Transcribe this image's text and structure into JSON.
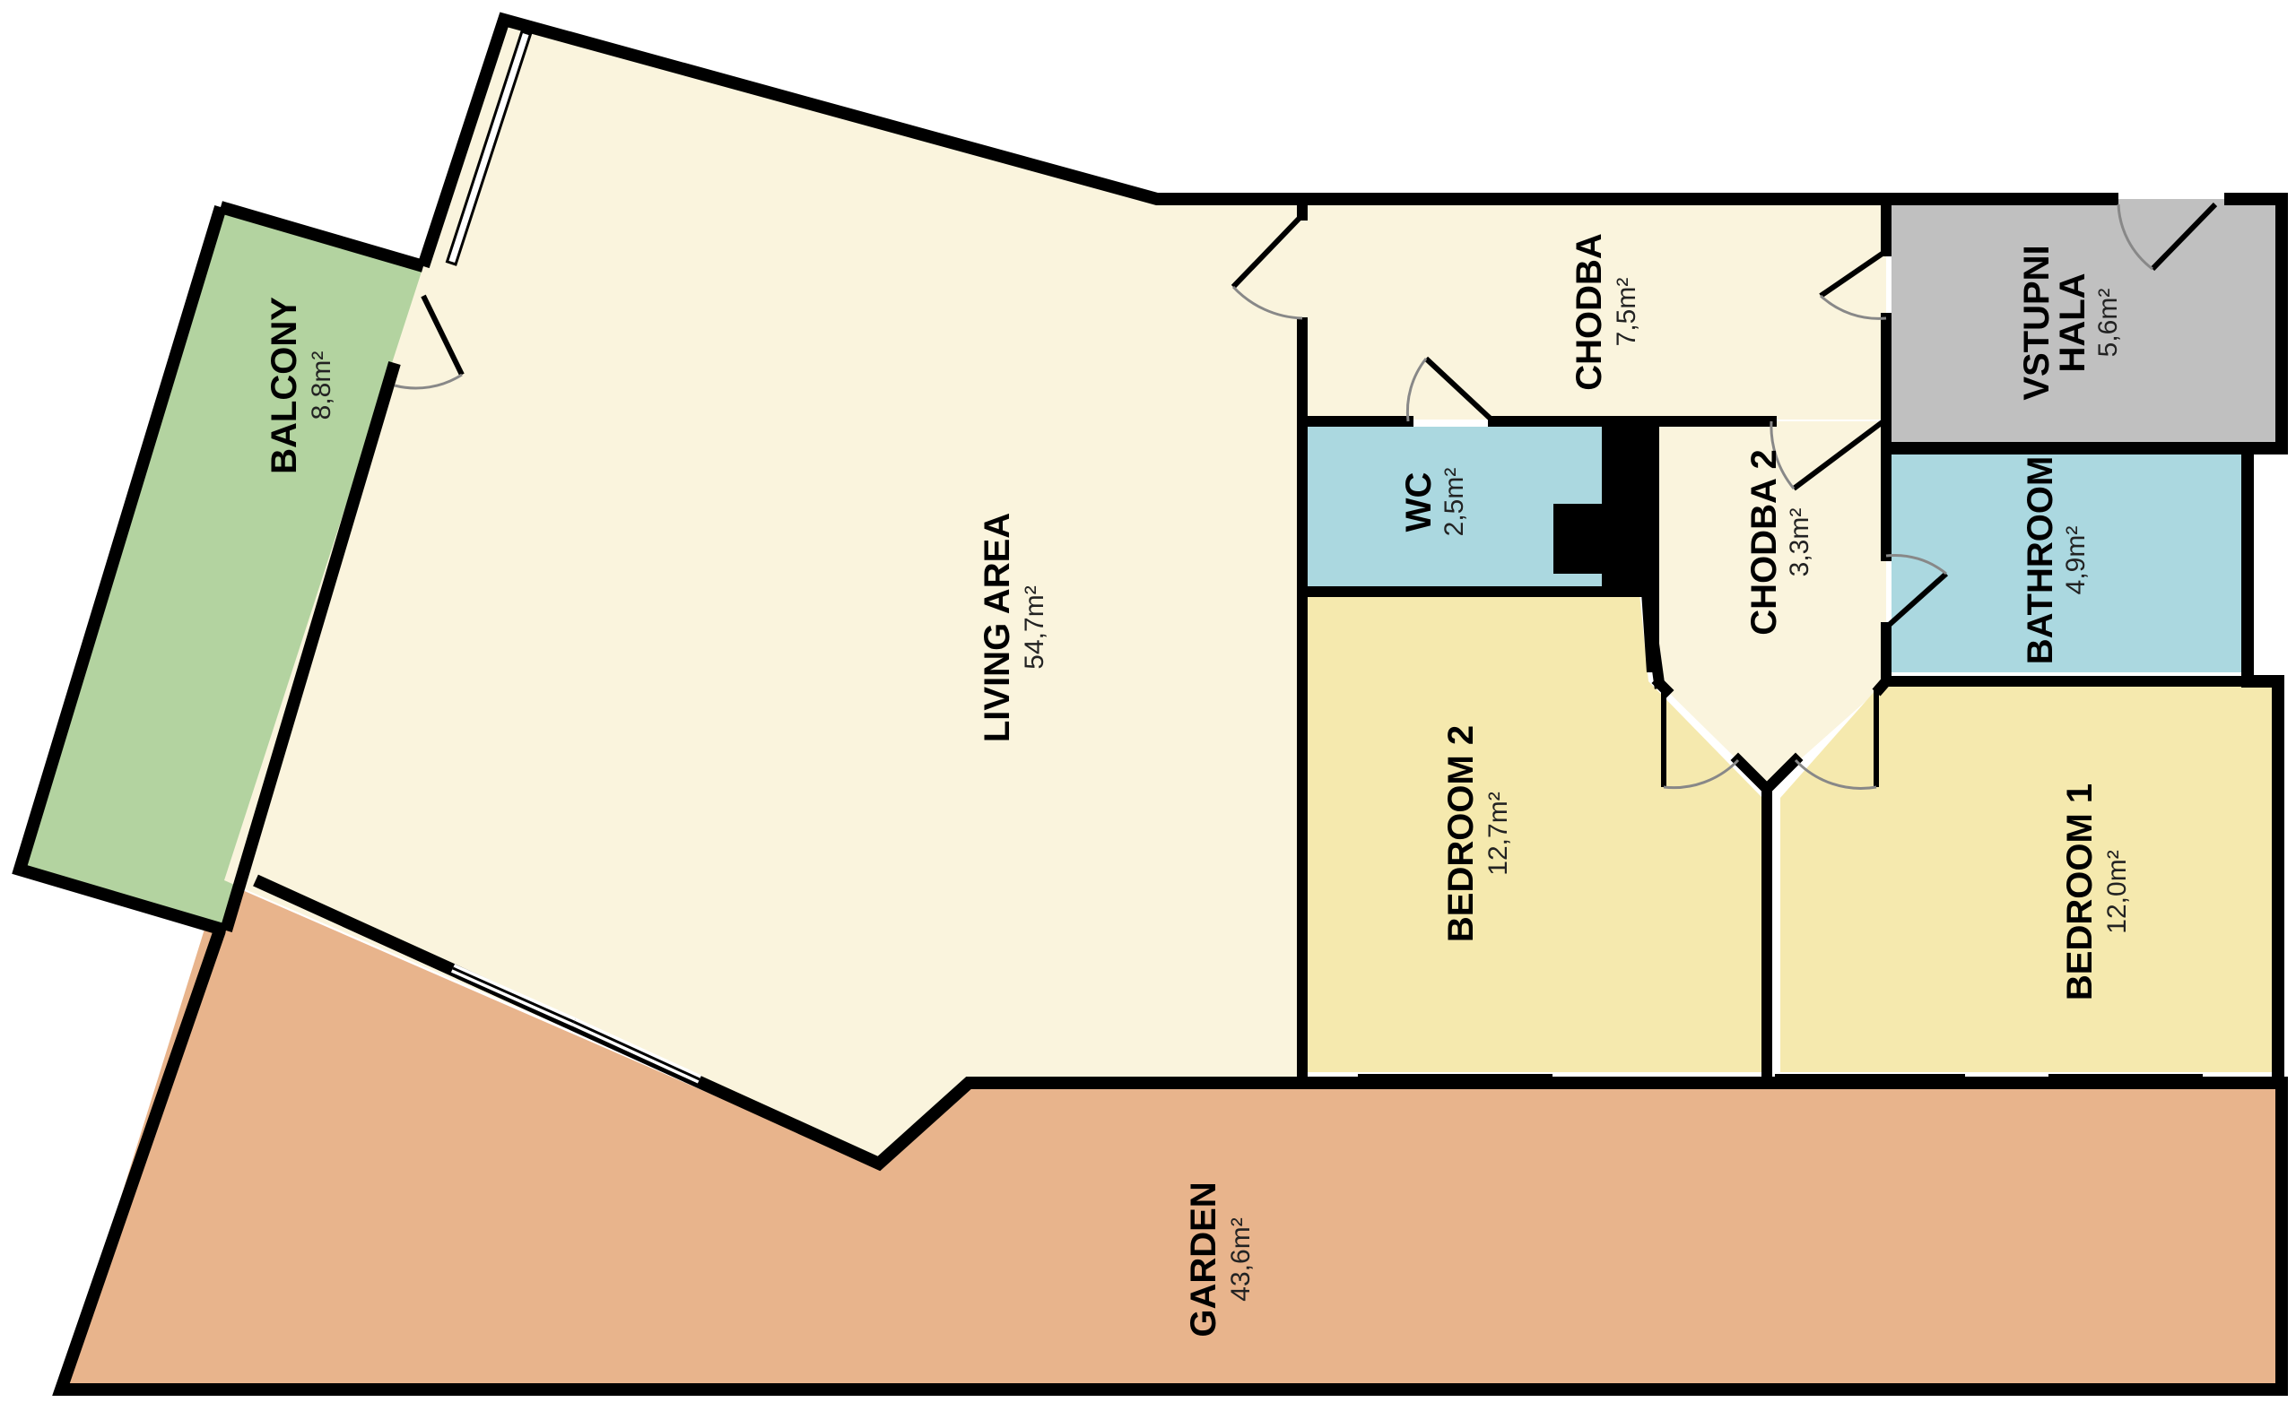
{
  "colors": {
    "living": "#faf4dd",
    "hall": "#faf4dd",
    "balcony": "#b3d3a0",
    "garden": "#e8b48c",
    "wc": "#abd8e0",
    "bathroom": "#abd8e0",
    "entrance": "#c0c0c0",
    "bedroom": "#f5e9ae",
    "wall": "#000000"
  },
  "rooms": {
    "living": {
      "name": "LIVING AREA",
      "area": "54,7m²"
    },
    "balcony": {
      "name": "BALCONY",
      "area": "8,8m²"
    },
    "chodba": {
      "name": "CHODBA",
      "area": "7,5m²"
    },
    "vstupni": {
      "name_line1": "VSTUPNI",
      "name_line2": "HALA",
      "area": "5,6m²"
    },
    "wc": {
      "name": "WC",
      "area": "2,5m²"
    },
    "chodba2": {
      "name": "CHODBA 2",
      "area": "3,3m²"
    },
    "bathroom": {
      "name": "BATHROOM",
      "area": "4,9m²"
    },
    "bedroom2": {
      "name": "BEDROOM 2",
      "area": "12,7m²"
    },
    "bedroom1": {
      "name": "BEDROOM 1",
      "area": "12,0m²"
    },
    "garden": {
      "name": "GARDEN",
      "area": "43,6m²"
    }
  }
}
